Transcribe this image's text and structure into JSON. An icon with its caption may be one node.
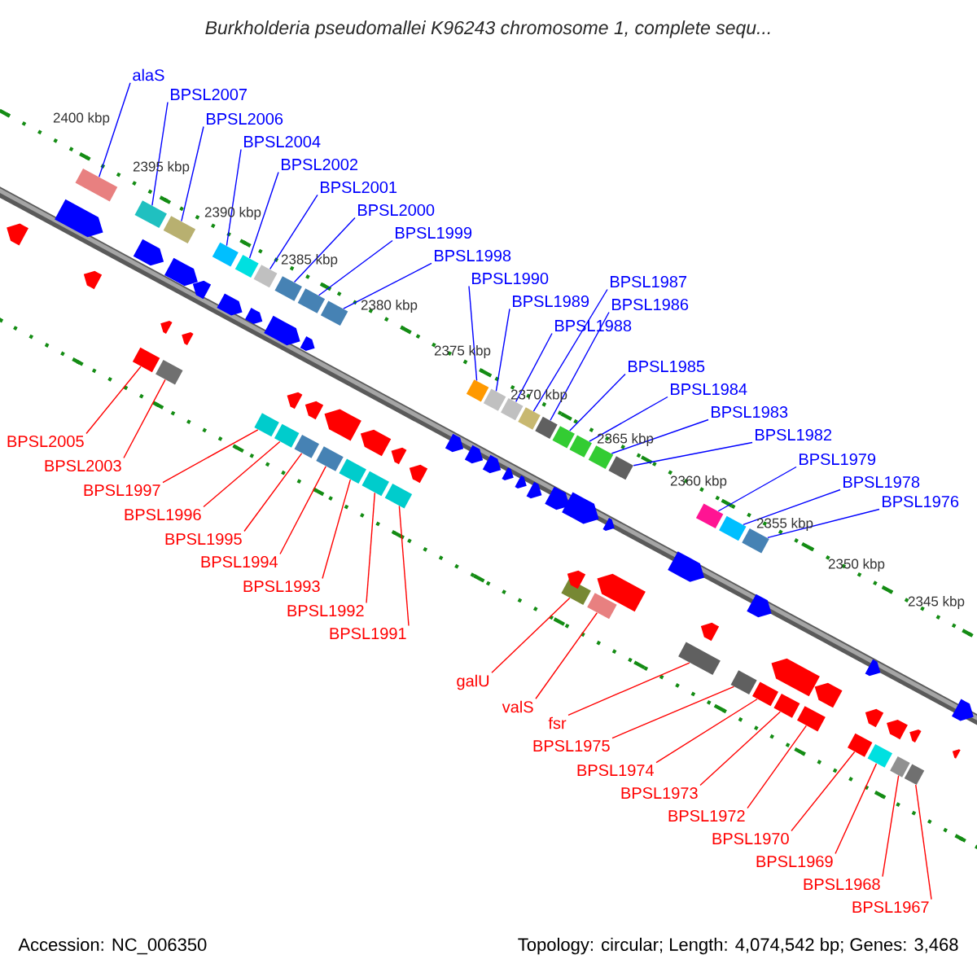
{
  "diagram": {
    "title": "Burkholderia pseudomallei K96243 chromosome 1, complete sequ...",
    "nodes": [
      {
        "text": [
          "alaS"
        ]
      },
      {
        "text": [
          "BPSL2007"
        ]
      },
      {
        "text": [
          "BPSL2006"
        ]
      },
      {
        "text": [
          "BPSL2004"
        ]
      },
      {
        "text": [
          "BPSL2002"
        ]
      },
      {
        "text": [
          "BPSL2001"
        ]
      },
      {
        "text": [
          "BPSL2000"
        ]
      },
      {
        "text": [
          "BPSL1999"
        ]
      },
      {
        "text": [
          "BPSL1998"
        ]
      },
      {
        "text": [
          "BPSL1990"
        ]
      },
      {
        "text": [
          "BPSL1989"
        ]
      },
      {
        "text": [
          "BPSL1987"
        ]
      },
      {
        "text": [
          "BPSL1986"
        ]
      },
      {
        "text": [
          "BPSL1988"
        ]
      },
      {
        "text": [
          "BPSL1985"
        ]
      },
      {
        "text": [
          "BPSL1984"
        ]
      },
      {
        "text": [
          "BPSL1983"
        ]
      },
      {
        "text": [
          "BPSL1982"
        ]
      },
      {
        "text": [
          "BPSL1979"
        ]
      },
      {
        "text": [
          "BPSL1978"
        ]
      },
      {
        "text": [
          "BPSL1976"
        ]
      },
      {
        "text": [
          "BPSL2005"
        ]
      },
      {
        "text": [
          "BPSL2003"
        ]
      },
      {
        "text": [
          "BPSL1997"
        ]
      },
      {
        "text": [
          "BPSL1996"
        ]
      },
      {
        "text": [
          "BPSL1995"
        ]
      },
      {
        "text": [
          "BPSL1994"
        ]
      },
      {
        "text": [
          "BPSL1993"
        ]
      },
      {
        "text": [
          "BPSL1992"
        ]
      },
      {
        "text": [
          "BPSL1991"
        ]
      },
      {
        "text": [
          "galU"
        ]
      },
      {
        "text": [
          "valS"
        ]
      },
      {
        "text": [
          "fsr"
        ]
      },
      {
        "text": [
          "BPSL1975"
        ]
      },
      {
        "text": [
          "BPSL1974"
        ]
      },
      {
        "text": [
          "BPSL1973"
        ]
      },
      {
        "text": [
          "BPSL1972"
        ]
      },
      {
        "text": [
          "BPSL1970"
        ]
      },
      {
        "text": [
          "BPSL1969"
        ]
      },
      {
        "text": [
          "BPSL1968"
        ]
      },
      {
        "text": [
          "BPSL1967"
        ]
      },
      {
        "text": [],
        "shape": "bar"
      },
      {
        "text": [],
        "shape": "bar"
      },
      {
        "text": [],
        "shape": "bar"
      },
      {
        "text": [],
        "shape": "bar"
      },
      {
        "text": [],
        "shape": "bar"
      },
      {
        "text": [],
        "shape": "bar"
      },
      {
        "text": [],
        "shape": "bar"
      },
      {
        "text": [],
        "shape": "bar"
      },
      {
        "text": [],
        "shape": "bar"
      },
      {
        "text": [],
        "shape": "bar"
      },
      {
        "text": [],
        "shape": "bar"
      },
      {
        "text": [],
        "shape": "bar"
      },
      {
        "text": [],
        "shape": "bar"
      },
      {
        "text": [],
        "shape": "bar"
      },
      {
        "text": [],
        "shape": "bar"
      },
      {
        "text": [],
        "shape": "bar"
      },
      {
        "text": [],
        "shape": "bar"
      },
      {
        "text": [],
        "shape": "bar"
      },
      {
        "text": [],
        "shape": "bar"
      },
      {
        "text": [],
        "shape": "bar"
      },
      {
        "text": [],
        "shape": "bar"
      },
      {
        "text": [],
        "shape": "bar"
      },
      {
        "text": [],
        "shape": "bar"
      },
      {
        "text": [],
        "shape": "bar"
      },
      {
        "text": [],
        "shape": "bar"
      },
      {
        "text": [],
        "shape": "bar"
      },
      {
        "text": [],
        "shape": "bar"
      },
      {
        "text": [],
        "shape": "bar"
      },
      {
        "text": [],
        "shape": "bar"
      },
      {
        "text": [],
        "shape": "bar"
      },
      {
        "text": [],
        "shape": "bar"
      },
      {
        "text": [],
        "shape": "bar"
      },
      {
        "text": [],
        "shape": "bar"
      },
      {
        "text": [],
        "shape": "bar"
      },
      {
        "text": [],
        "shape": "bar"
      },
      {
        "text": [],
        "shape": "bar"
      },
      {
        "text": [],
        "shape": "bar"
      },
      {
        "text": [],
        "shape": "bar"
      },
      {
        "text": [],
        "shape": "bar"
      },
      {
        "text": [],
        "shape": "bar"
      },
      {
        "text": [],
        "shape": "bar"
      },
      {
        "text": [],
        "shape": "arrow"
      },
      {
        "text": [],
        "shape": "arrow"
      },
      {
        "text": [],
        "shape": "arrow"
      },
      {
        "text": [],
        "shape": "arrow"
      },
      {
        "text": [],
        "shape": "arrow"
      },
      {
        "text": [],
        "shape": "arrow"
      },
      {
        "text": [],
        "shape": "arrow"
      },
      {
        "text": [],
        "shape": "arrow"
      },
      {
        "text": [],
        "shape": "arrow"
      },
      {
        "text": [],
        "shape": "arrow"
      },
      {
        "text": [],
        "shape": "arrow"
      },
      {
        "text": [],
        "shape": "arrow"
      },
      {
        "text": [],
        "shape": "arrow"
      },
      {
        "text": [],
        "shape": "arrow"
      },
      {
        "text": [],
        "shape": "arrow"
      },
      {
        "text": [],
        "shape": "arrow"
      },
      {
        "text": [],
        "shape": "arrow"
      },
      {
        "text": [],
        "shape": "arrow"
      },
      {
        "text": [],
        "shape": "arrow"
      },
      {
        "text": [],
        "shape": "arrow"
      },
      {
        "text": [],
        "shape": "arrow"
      },
      {
        "text": [],
        "shape": "arrow"
      },
      {
        "text": [],
        "shape": "arrow"
      },
      {
        "text": [],
        "shape": "arrow"
      },
      {
        "text": [],
        "shape": "arrow"
      },
      {
        "text": [],
        "shape": "arrow"
      },
      {
        "text": [],
        "shape": "arrow"
      },
      {
        "text": [],
        "shape": "arrow"
      },
      {
        "text": [],
        "shape": "arrow"
      },
      {
        "text": [],
        "shape": "arrow"
      },
      {
        "text": [],
        "shape": "arrow"
      },
      {
        "text": [],
        "shape": "arrow"
      },
      {
        "text": [],
        "shape": "arrow"
      },
      {
        "text": [],
        "shape": "arrow"
      },
      {
        "text": [],
        "shape": "arrow"
      },
      {
        "text": [],
        "shape": "arrow"
      },
      {
        "text": [],
        "shape": "arrow"
      },
      {
        "text": [],
        "shape": "arrow"
      },
      {
        "text": [],
        "shape": "arrow"
      },
      {
        "text": [],
        "shape": "arrow"
      }
    ],
    "edges": [
      {
        "from": 0,
        "to": 41,
        "arrow": "none",
        "color": "#0000ff"
      },
      {
        "from": 1,
        "to": 42,
        "arrow": "none",
        "color": "#0000ff"
      },
      {
        "from": 2,
        "to": 43,
        "arrow": "none",
        "color": "#0000ff"
      },
      {
        "from": 3,
        "to": 44,
        "arrow": "none",
        "color": "#0000ff"
      },
      {
        "from": 4,
        "to": 45,
        "arrow": "none",
        "color": "#0000ff"
      },
      {
        "from": 5,
        "to": 46,
        "arrow": "none",
        "color": "#0000ff"
      },
      {
        "from": 6,
        "to": 47,
        "arrow": "none",
        "color": "#0000ff"
      },
      {
        "from": 7,
        "to": 48,
        "arrow": "none",
        "color": "#0000ff"
      },
      {
        "from": 8,
        "to": 49,
        "arrow": "none",
        "color": "#0000ff"
      },
      {
        "from": 9,
        "to": 50,
        "arrow": "none",
        "color": "#0000ff"
      },
      {
        "from": 10,
        "to": 51,
        "arrow": "none",
        "color": "#0000ff"
      },
      {
        "from": 11,
        "to": 52,
        "arrow": "none",
        "color": "#0000ff"
      },
      {
        "from": 12,
        "to": 53,
        "arrow": "none",
        "color": "#0000ff"
      },
      {
        "from": 13,
        "to": 54,
        "arrow": "none",
        "color": "#0000ff"
      },
      {
        "from": 14,
        "to": 55,
        "arrow": "none",
        "color": "#0000ff"
      },
      {
        "from": 15,
        "to": 56,
        "arrow": "none",
        "color": "#0000ff"
      },
      {
        "from": 16,
        "to": 57,
        "arrow": "none",
        "color": "#0000ff"
      },
      {
        "from": 17,
        "to": 58,
        "arrow": "none",
        "color": "#0000ff"
      },
      {
        "from": 18,
        "to": 59,
        "arrow": "none",
        "color": "#0000ff"
      },
      {
        "from": 19,
        "to": 60,
        "arrow": "none",
        "color": "#0000ff"
      },
      {
        "from": 20,
        "to": 61,
        "arrow": "none",
        "color": "#0000ff"
      },
      {
        "from": 21,
        "to": 62,
        "arrow": "none",
        "color": "#ff0000"
      },
      {
        "from": 22,
        "to": 63,
        "arrow": "none",
        "color": "#ff0000"
      },
      {
        "from": 23,
        "to": 64,
        "arrow": "none",
        "color": "#ff0000"
      },
      {
        "from": 24,
        "to": 65,
        "arrow": "none",
        "color": "#ff0000"
      },
      {
        "from": 25,
        "to": 66,
        "arrow": "none",
        "color": "#ff0000"
      },
      {
        "from": 26,
        "to": 67,
        "arrow": "none",
        "color": "#ff0000"
      },
      {
        "from": 27,
        "to": 68,
        "arrow": "none",
        "color": "#ff0000"
      },
      {
        "from": 28,
        "to": 69,
        "arrow": "none",
        "color": "#ff0000"
      },
      {
        "from": 29,
        "to": 70,
        "arrow": "none",
        "color": "#ff0000"
      },
      {
        "from": 30,
        "to": 71,
        "arrow": "none",
        "color": "#ff0000"
      },
      {
        "from": 31,
        "to": 72,
        "arrow": "none",
        "color": "#ff0000"
      },
      {
        "from": 32,
        "to": 73,
        "arrow": "none",
        "color": "#ff0000"
      },
      {
        "from": 33,
        "to": 74,
        "arrow": "none",
        "color": "#ff0000"
      },
      {
        "from": 34,
        "to": 75,
        "arrow": "none",
        "color": "#ff0000"
      },
      {
        "from": 35,
        "to": 76,
        "arrow": "none",
        "color": "#ff0000"
      },
      {
        "from": 36,
        "to": 77,
        "arrow": "none",
        "color": "#ff0000"
      },
      {
        "from": 37,
        "to": 78,
        "arrow": "none",
        "color": "#ff0000"
      },
      {
        "from": 38,
        "to": 79,
        "arrow": "none",
        "color": "#ff0000"
      },
      {
        "from": 39,
        "to": 80,
        "arrow": "none",
        "color": "#ff0000"
      },
      {
        "from": 40,
        "to": 81,
        "arrow": "none",
        "color": "#ff0000"
      }
    ],
    "labels": [
      "2400 kbp",
      "2395 kbp",
      "2390 kbp",
      "2385 kbp",
      "2380 kbp",
      "2375 kbp",
      "2370 kbp",
      "2365 kbp",
      "2360 kbp",
      "2355 kbp",
      "2350 kbp",
      "2345 kbp",
      "Accession: NC_006350",
      "Topology: circular; Length: 4,074,542 bp; Genes: 3,468"
    ]
  }
}
